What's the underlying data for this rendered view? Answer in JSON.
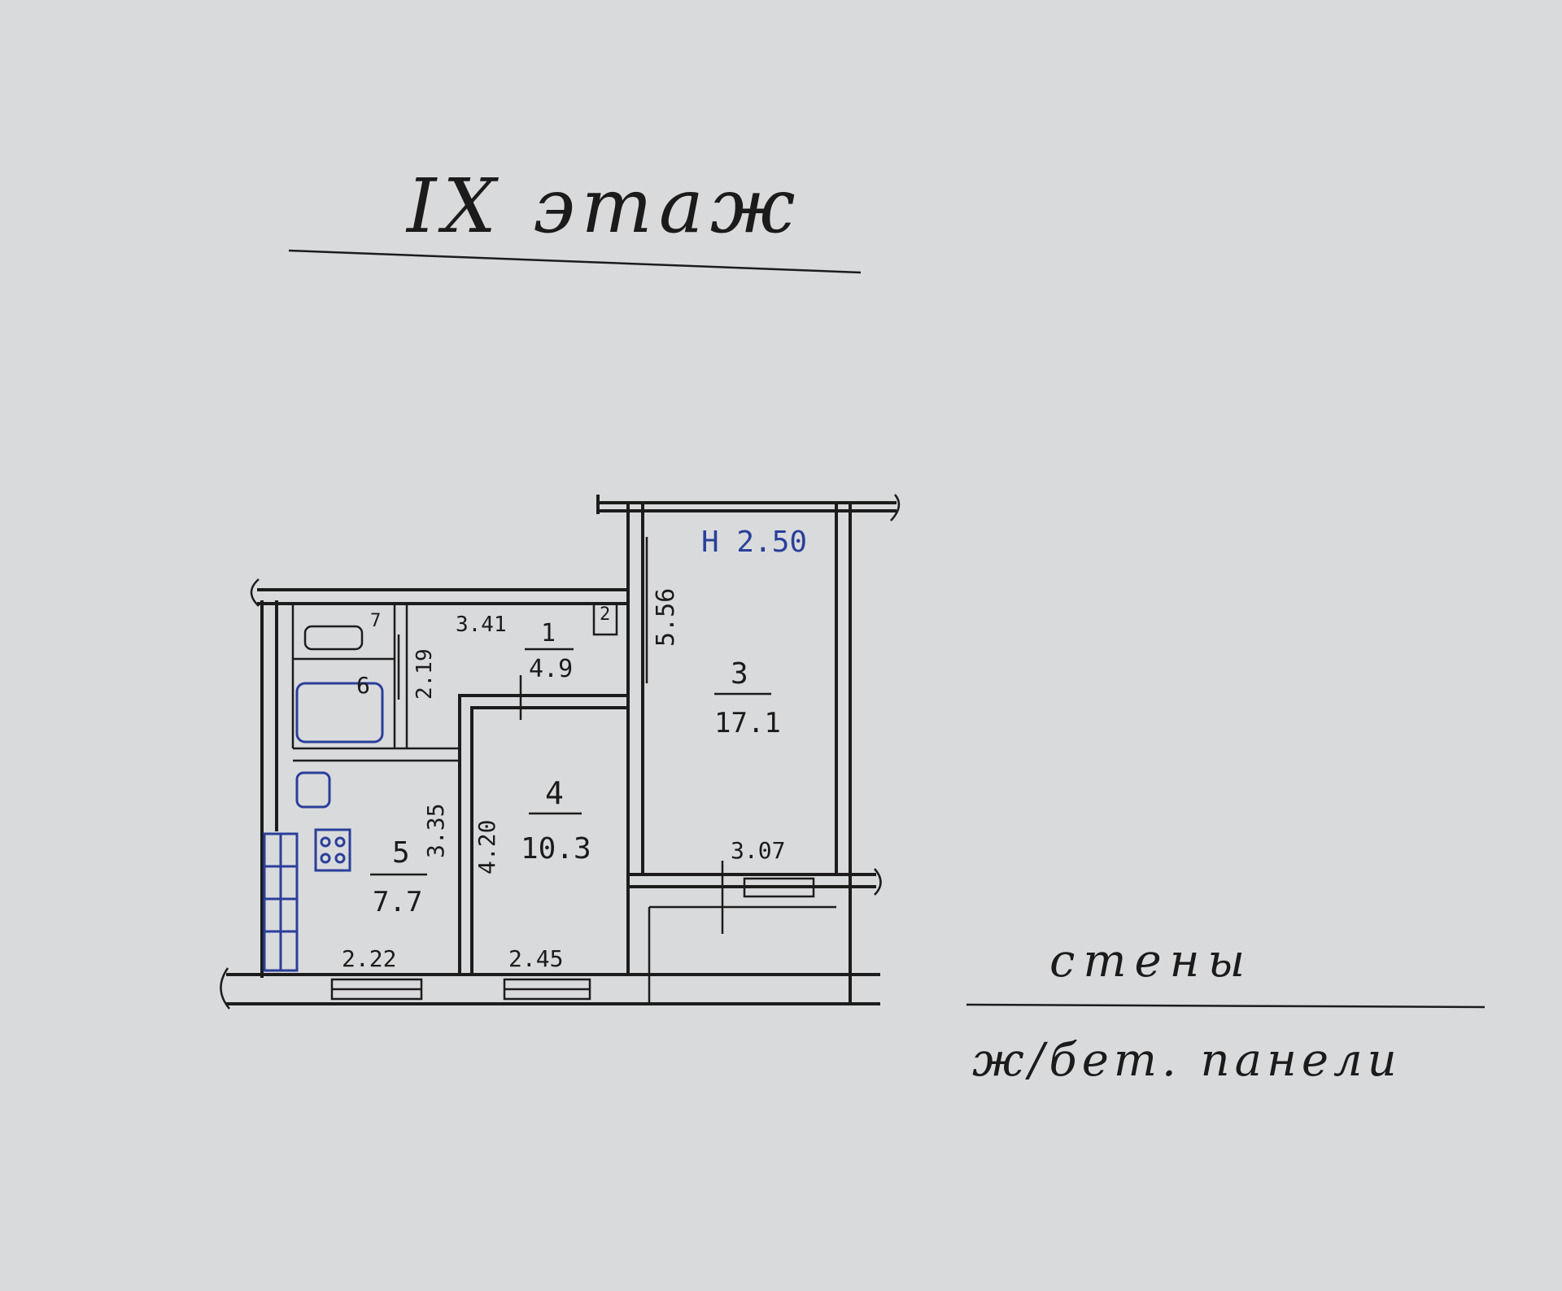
{
  "title": "IX этаж",
  "height_label": "H 2.50",
  "rooms": [
    {
      "id": "1",
      "area": "4.9"
    },
    {
      "id": "2",
      "area": ""
    },
    {
      "id": "3",
      "area": "17.1"
    },
    {
      "id": "4",
      "area": "10.3"
    },
    {
      "id": "5",
      "area": "7.7"
    },
    {
      "id": "6",
      "area": ""
    },
    {
      "id": "7",
      "area": ""
    }
  ],
  "dimensions": {
    "d_341": "3.41",
    "d_219": "2.19",
    "d_556": "5.56",
    "d_335": "3.35",
    "d_420": "4.20",
    "d_307": "3.07",
    "d_222": "2.22",
    "d_245": "2.45"
  },
  "legend": {
    "top": "стены",
    "bottom": "ж/бет. панели"
  },
  "colors": {
    "ink": "#1c1c1c",
    "blue_ink": "#2a3f9a",
    "paper": "#d9dadc"
  }
}
